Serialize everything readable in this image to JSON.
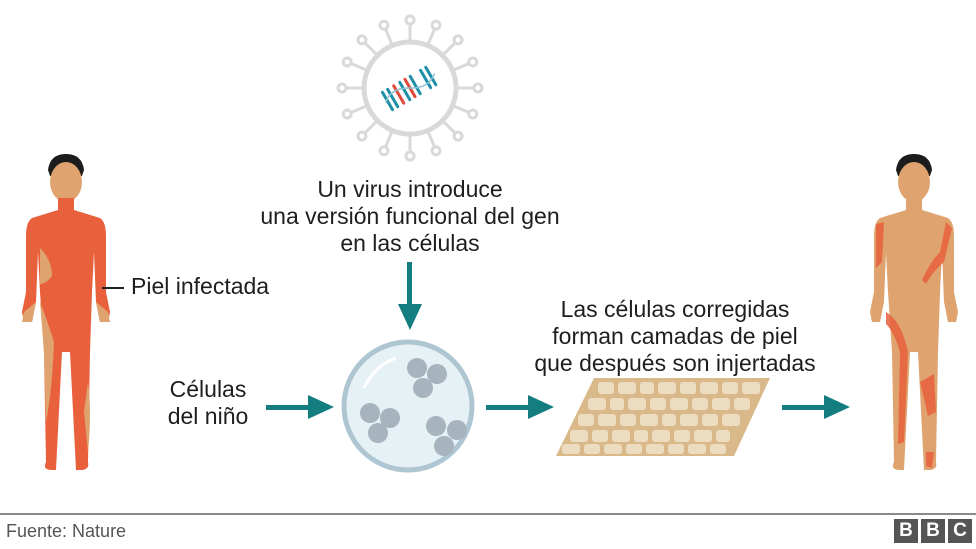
{
  "diagram": {
    "virus_caption": [
      "Un virus introduce",
      "una versión funcional del gen",
      "en las células"
    ],
    "infected_label": "Piel infectada",
    "cells_label": [
      "Células",
      "del niño"
    ],
    "graft_caption": [
      "Las células corregidas",
      "forman camadas de piel",
      "que después son injertadas"
    ],
    "icons": [
      "virus-icon",
      "dna-icon",
      "child-infected-figure",
      "petri-dish-icon",
      "skin-graft-icon",
      "child-healed-figure",
      "arrow-right-icon",
      "arrow-down-icon"
    ],
    "colors": {
      "infected_skin": "#e8613c",
      "healthy_skin": "#dfa36f",
      "hair": "#1c1c1c",
      "arrow": "#137d80",
      "dish_fill": "#e6f1f6",
      "dish_rim": "#aec5d2",
      "cell": "#a7b3bd",
      "graft": "#e8d2ae",
      "virus_outline": "#d9d9d9",
      "dna_blue": "#1e8fa8",
      "dna_red": "#e0493a"
    }
  },
  "footer": {
    "source": "Fuente: Nature",
    "logo": [
      "B",
      "B",
      "C"
    ]
  }
}
